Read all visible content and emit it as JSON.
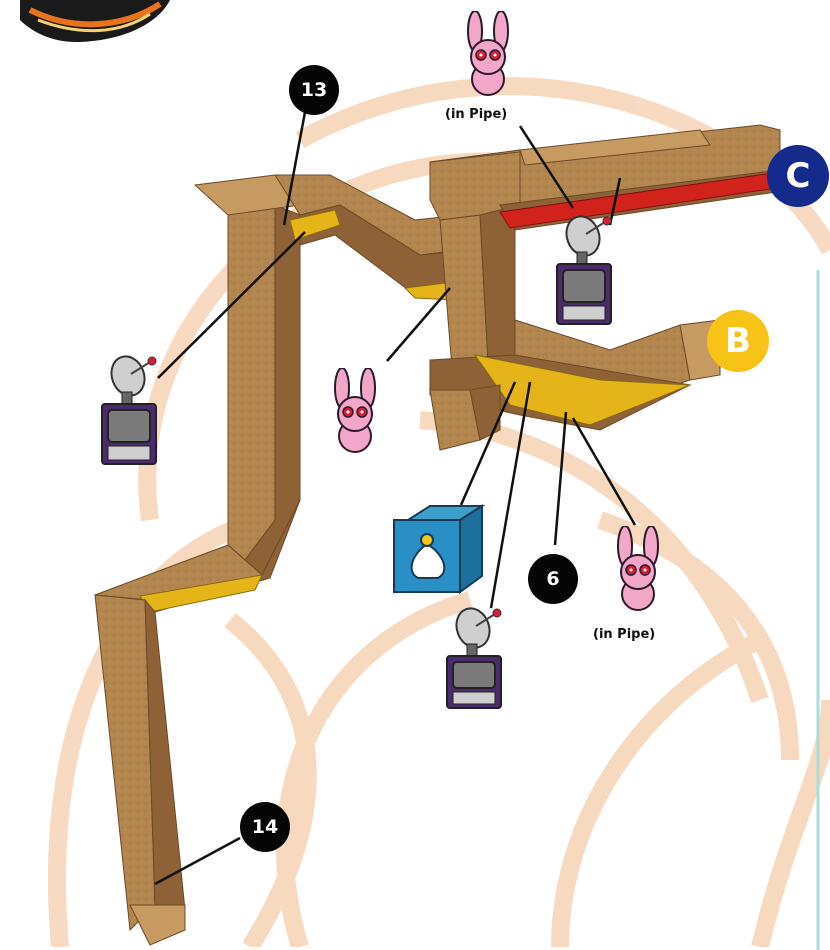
{
  "map": {
    "markers": [
      {
        "id": "m13",
        "text": "13"
      },
      {
        "id": "m14",
        "text": "14"
      },
      {
        "id": "m6",
        "text": "6"
      }
    ],
    "area_markers": [
      {
        "id": "areaC",
        "text": "C",
        "color": "#142b8c"
      },
      {
        "id": "areaB",
        "text": "B",
        "color": "#f7c316"
      }
    ],
    "labels": {
      "pipe_top": "(in Pipe)",
      "pipe_bottom": "(in Pipe)"
    },
    "icons": {
      "bunny": "bunny-icon",
      "terminal": "radar-terminal-icon",
      "safe": "blue-safe-icon",
      "logo": "corner-logo"
    },
    "colors": {
      "duct": "#b38650",
      "duct_dark": "#8e6236",
      "duct_light": "#c79a62",
      "vent_yellow": "#e5b418",
      "vent_red": "#d1221c",
      "watermark": "#f5c9a6"
    }
  }
}
